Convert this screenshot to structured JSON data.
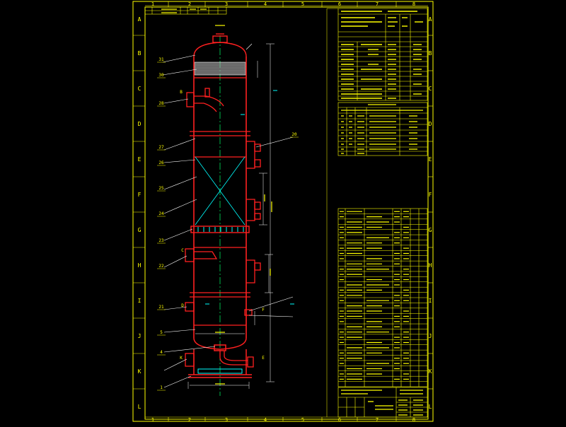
{
  "drawing": {
    "title": "",
    "colors": {
      "background": "#000000",
      "frame": "#ffff00",
      "vessel": "#ff2020",
      "centerline": "#00ff66",
      "leader": "#ffffff",
      "grid": "#00ffff",
      "packing": "#c0c0c0"
    },
    "zone_letters": [
      "A",
      "B",
      "C",
      "D",
      "E",
      "F",
      "G",
      "H",
      "I",
      "J",
      "K",
      "L"
    ],
    "zone_numbers": [
      "1",
      "2",
      "3",
      "4",
      "5",
      "6",
      "7",
      "8"
    ],
    "vessel_labels": [
      "31",
      "30",
      "B",
      "28",
      "27",
      "26",
      "25",
      "24",
      "23",
      "22",
      "C",
      "21",
      "20",
      "D",
      "5",
      "4",
      "K",
      "1"
    ],
    "nozzle_labels": [
      "E",
      "F"
    ]
  }
}
